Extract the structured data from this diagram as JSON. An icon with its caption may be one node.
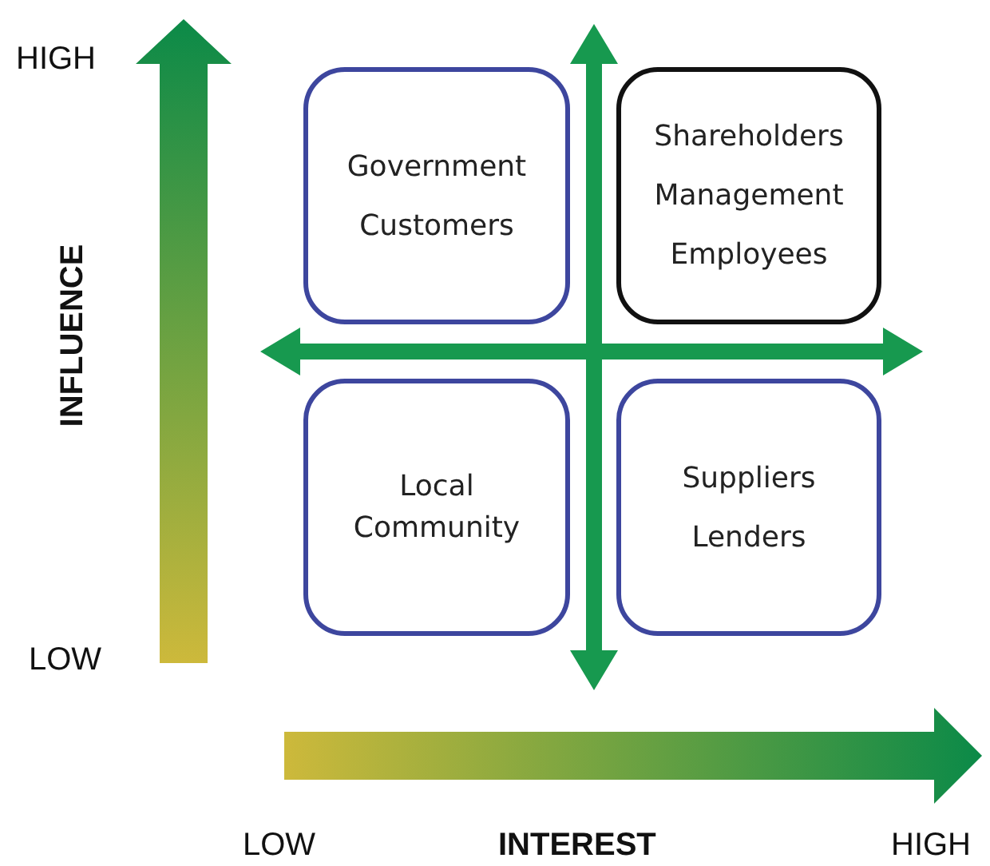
{
  "diagram": {
    "nodes": [
      {
        "text": [
          "Government",
          "Customers"
        ]
      },
      {
        "text": [
          "Shareholders",
          "Management",
          "Employees"
        ]
      },
      {
        "text": [
          "Local Community"
        ]
      },
      {
        "text": [
          "Suppliers",
          "Lenders"
        ]
      }
    ],
    "labels": [
      "HIGH",
      "INFLUENCE",
      "LOW",
      "LOW",
      "INTEREST",
      "HIGH"
    ]
  }
}
